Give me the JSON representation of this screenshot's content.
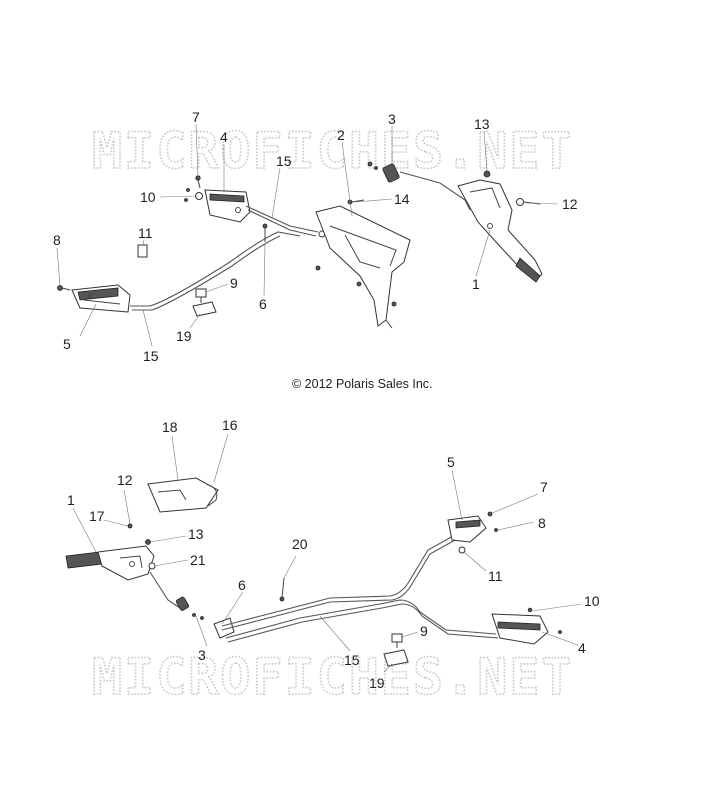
{
  "watermarks": [
    "MICROFICHES.NET",
    "MICROFICHES.NET"
  ],
  "copyright": "© 2012 Polaris Sales Inc.",
  "top_callouts": [
    "7",
    "4",
    "3",
    "13",
    "2",
    "15",
    "10",
    "14",
    "12",
    "8",
    "11",
    "9",
    "6",
    "1",
    "5",
    "19",
    "15"
  ],
  "bottom_callouts": [
    "18",
    "16",
    "5",
    "7",
    "12",
    "1",
    "17",
    "13",
    "21",
    "8",
    "20",
    "11",
    "6",
    "10",
    "9",
    "3",
    "15",
    "4",
    "19"
  ]
}
